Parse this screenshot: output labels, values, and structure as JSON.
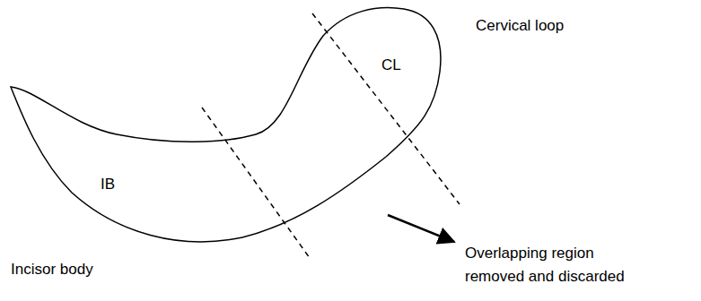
{
  "diagram": {
    "labels": [
      "Cervical loop",
      "CL",
      "IB",
      "Incisor body",
      "Overlapping region removed and discarded"
    ]
  }
}
